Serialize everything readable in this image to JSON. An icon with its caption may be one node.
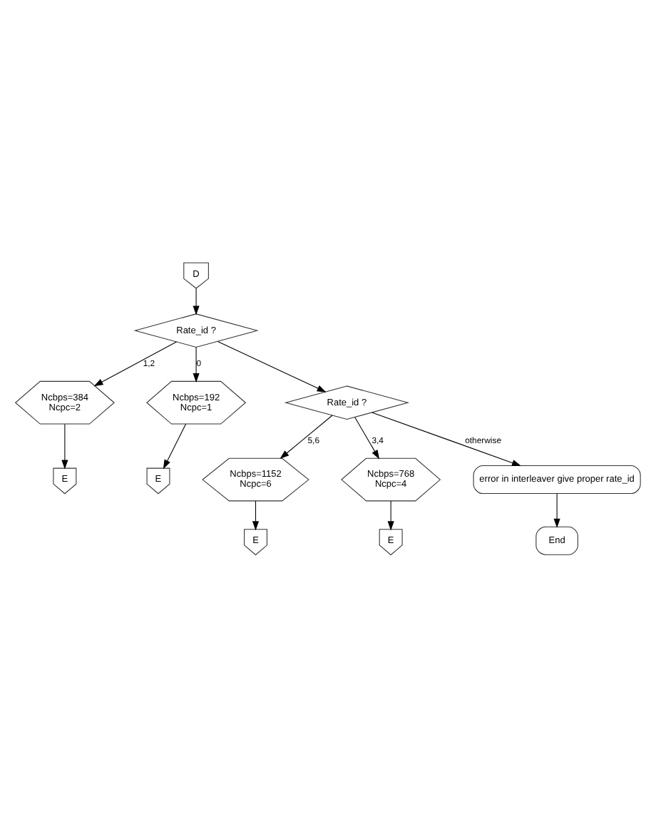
{
  "diagram": {
    "nodes": [
      {
        "text": [
          "D"
        ]
      },
      {
        "text": [
          "Rate_id ?"
        ]
      },
      {
        "text": [
          "Ncbps=384",
          "Ncpc=2"
        ]
      },
      {
        "text": [
          "Ncbps=192",
          "Ncpc=1"
        ]
      },
      {
        "text": [
          "E"
        ]
      },
      {
        "text": [
          "E"
        ]
      },
      {
        "text": [
          "Rate_id ?"
        ]
      },
      {
        "text": [
          "Ncbps=1152",
          "Ncpc=6"
        ]
      },
      {
        "text": [
          "Ncbps=768",
          "Ncpc=4"
        ]
      },
      {
        "text": [
          "E"
        ]
      },
      {
        "text": [
          "E"
        ]
      },
      {
        "text": [
          "error in interleaver give proper rate_id"
        ]
      },
      {
        "text": [
          "End"
        ]
      }
    ],
    "edges": [
      {
        "from": 0,
        "to": 1,
        "arrow": "to"
      },
      {
        "from": 1,
        "to": 2,
        "arrow": "to",
        "label": "1,2"
      },
      {
        "from": 1,
        "to": 3,
        "arrow": "to",
        "label": "0"
      },
      {
        "from": 1,
        "to": 6,
        "arrow": "to"
      },
      {
        "from": 2,
        "to": 4,
        "arrow": "to"
      },
      {
        "from": 3,
        "to": 5,
        "arrow": "to"
      },
      {
        "from": 6,
        "to": 7,
        "arrow": "to",
        "label": "5,6"
      },
      {
        "from": 6,
        "to": 8,
        "arrow": "to",
        "label": "3,4"
      },
      {
        "from": 6,
        "to": 11,
        "arrow": "to",
        "label": "otherwise"
      },
      {
        "from": 7,
        "to": 9,
        "arrow": "to"
      },
      {
        "from": 8,
        "to": 10,
        "arrow": "to"
      },
      {
        "from": 11,
        "to": 12,
        "arrow": "to"
      }
    ]
  }
}
